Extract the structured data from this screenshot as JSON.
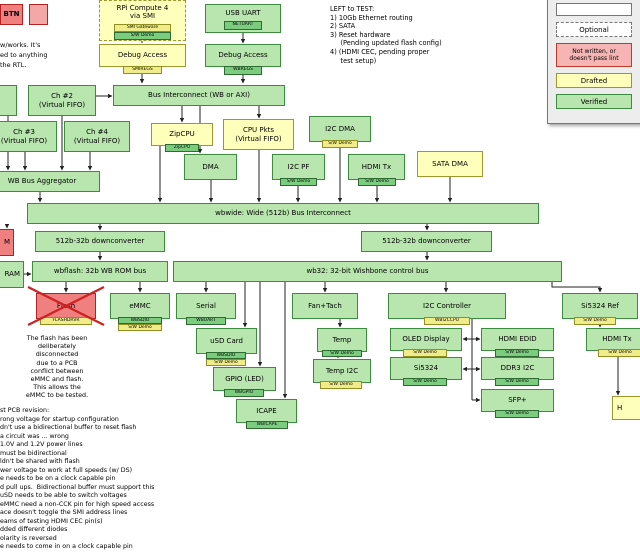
{
  "legend": {
    "items": [
      {
        "label": ""
      },
      {
        "label": "Optional"
      },
      {
        "label": "Not written, or\ndoesn't pass lint",
        "color": "#f6b4b4"
      },
      {
        "label": "Drafted",
        "color": "#ffffbc"
      },
      {
        "label": "Verified",
        "color": "#b8e6ae"
      }
    ]
  },
  "notes": {
    "left_fragment": [
      "w/works. It's",
      "ed to anything",
      "the RTL."
    ],
    "left_to_test": [
      "LEFT to TEST:",
      "1) 10Gb Ethernet routing",
      "2) SATA",
      "3) Reset hardware",
      "     (Pending updated flash config)",
      "4) (HDMI CEC, pending proper",
      "     test setup)"
    ],
    "flash_note": [
      "The flash has been",
      "deliberately",
      "disconnected",
      "due to a PCB",
      "conflict between",
      "eMMC and flash.",
      "This allows the",
      "eMMC to be tested."
    ],
    "pcb_notes": [
      "st PCB revision:",
      "rong voltage for startup configuration",
      "dn't use a bidirectional buffer to reset flash",
      "a circuit was ... wrong",
      "1.0V and 1.2V power lines",
      "must be bidirectional",
      "ldn't be shared with flash",
      "wer voltage to work at full speeds (w/ DS)",
      "e needs to be on a clock capable pin",
      "d pull ups.  Bidirectional buffer must support this",
      "uSD needs to be able to switch voltages",
      "eMMC need a non-CCK pin for high speed access",
      "ace doesn't toggle the SMI address lines",
      "eams of testing HDMI CEC pin(s)",
      "dded different diodes",
      "olarity is reversed",
      "e needs to come in on a clock capable pin"
    ]
  },
  "labels": {
    "btn": "BTN",
    "btn2": "",
    "rpi": "RPi Compute 4\nvia SMI",
    "rpi_tag1": "SMI Gateware",
    "rpi_tag2": "S/W Demo",
    "usb_uart": "USB UART",
    "usb_uart_tag": "NETUART",
    "debug_access_smi": "Debug Access",
    "debug_access_smi_tag": "SMIREGS",
    "debug_access_wb": "Debug Access",
    "debug_access_wb_tag": "WBREGS",
    "bus_interconnect": "Bus Interconnect (WB or AXI)",
    "ch1": "",
    "ch2": "Ch #2\n(Virtual FIFO)",
    "ch3": "Ch #3\n(Virtual FIFO)",
    "ch4": "Ch #4\n(Virtual FIFO)",
    "aggregator": "WB Bus Aggregator",
    "zipcpu": "ZipCPU",
    "zipcpu_tag": "ZipCPU",
    "cpu_pkts": "CPU Pkts\n(Virtual FIFO)",
    "i2c_dma": "I2C DMA",
    "i2c_dma_tag": "S/W Demo",
    "dma": "DMA",
    "i2c_pf": "I2C PF",
    "i2c_pf_tag": "S/W Demo",
    "hdmi_tx": "HDMI Tx",
    "hdmi_tx_tag": "S/W Demo",
    "sata_dma": "SATA DMA",
    "wbwide": "wbwide: Wide (512b) Bus Interconnect",
    "downconv_left": "512b-32b downconverter",
    "downconv_right": "512b-32b downconverter",
    "mem_m": "M",
    "mem_ram": "RAM",
    "wbflash": "wbflash: 32b WB ROM bus",
    "wb32": "wb32: 32-bit Wishbone control bus",
    "flash": "Flash",
    "flash_tag": "FLASHDRVR",
    "emmc": "eMMC",
    "emmc_tag1": "WBSDIO",
    "emmc_tag2": "S/W Demo",
    "serial": "Serial",
    "serial_tag": "WBUART",
    "fan_tach": "Fan+Tach",
    "i2c_controller": "I2C Controller",
    "i2c_controller_tag": "WBI2CCPU",
    "si5324_ref": "Si5324 Ref",
    "si5324_ref_tag": "S/W Demo",
    "usd_card": "uSD Card",
    "usd_tag1": "WBSDIO",
    "usd_tag2": "S/W Demo",
    "gpio": "GPIO (LED)",
    "gpio_tag": "WBGPIO",
    "icape": "ICAPE",
    "icape_tag": "WBICAPE",
    "temp": "Temp",
    "temp_tag": "S/W Demo",
    "temp_i2c": "Temp I2C",
    "temp_i2c_tag": "S/W Demo",
    "oled": "OLED Display",
    "oled_tag": "S/W Demo",
    "si5324": "Si5324",
    "si5324_tag": "S/W Demo",
    "hdmi_edid": "HDMI EDID",
    "hdmi_edid_tag": "S/W Demo",
    "ddr3_i2c": "DDR3 I2C",
    "ddr3_i2c_tag": "S/W Demo",
    "sfp": "SFP+",
    "sfp_tag": "S/W Demo",
    "hdmi_tx_right": "HDMI Tx",
    "hdmi_tx_right_tag": "S/W Demo",
    "hdmi_rx_cut": "H"
  }
}
